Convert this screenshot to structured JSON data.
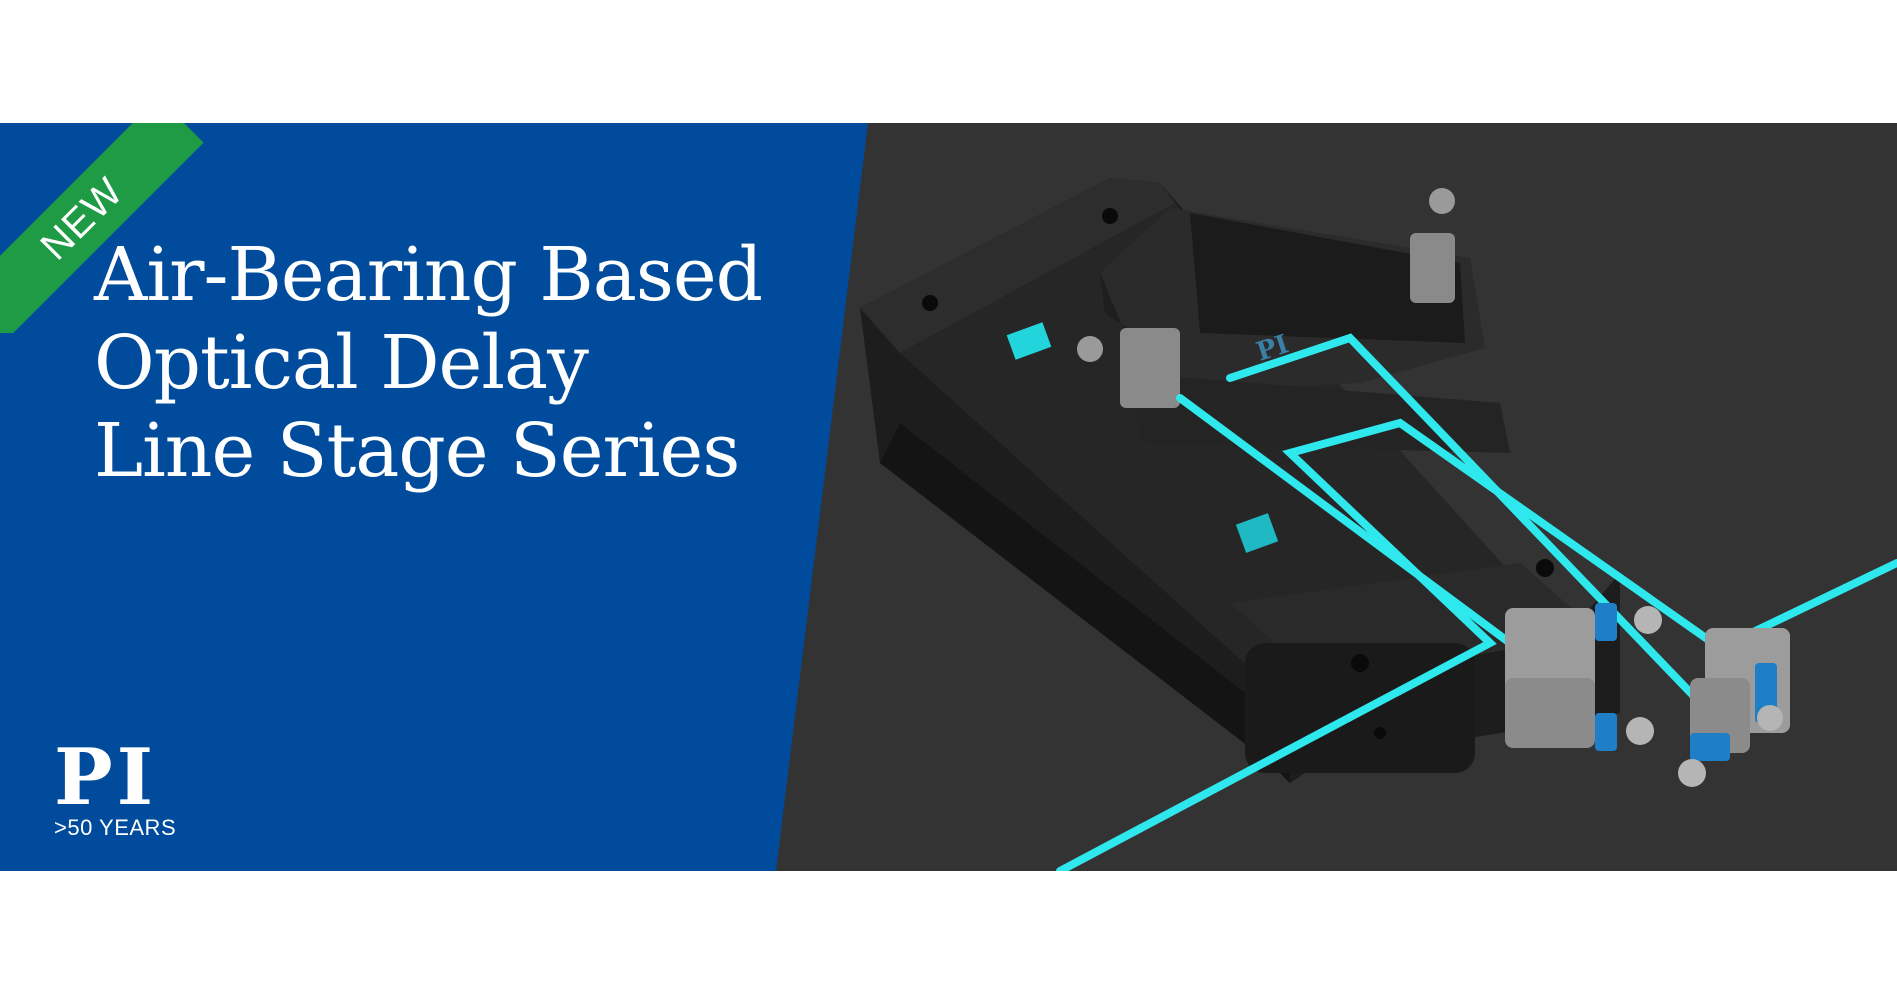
{
  "badge": {
    "label": "NEW"
  },
  "headline": {
    "line1": "Air-Bearing Based",
    "line2": "Optical Delay",
    "line3": "Line Stage Series"
  },
  "logo": {
    "mark": "PI",
    "tagline": ">50 YEARS"
  },
  "product_image": {
    "engraving": "PI"
  },
  "colors": {
    "brand_blue": "#004b9c",
    "badge_green": "#1f9a45",
    "background_dark": "#333333",
    "laser_cyan": "#2ee8ee"
  }
}
